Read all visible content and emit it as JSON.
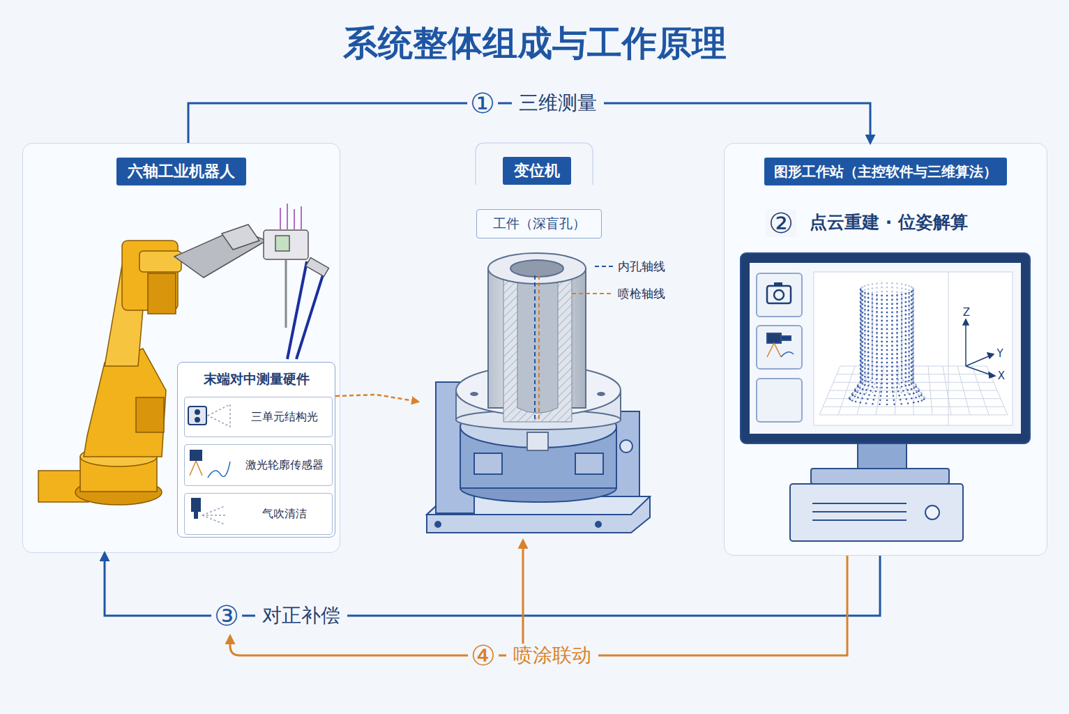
{
  "diagram": {
    "title": "系统整体组成与工作原理",
    "nodes": [
      {
        "text": [
          "六轴工业机器人"
        ]
      },
      {
        "text": [
          "末端对中测量硬件"
        ],
        "in": 0
      },
      {
        "text": [
          "三单元结构光"
        ],
        "in": 1
      },
      {
        "text": [
          "激光轮廓传感器"
        ],
        "in": 1
      },
      {
        "text": [
          "气吹清洁"
        ],
        "in": 1
      },
      {
        "text": [
          "变位机"
        ]
      },
      {
        "text": [
          "工件（深盲孔）"
        ],
        "in": 5
      },
      {
        "text": [
          "图形工作站（主控软件与三维算法）",
          "点云重建 · 位姿解算"
        ]
      }
    ],
    "edges": [
      {
        "from": 0,
        "to": 7,
        "arrow": "to",
        "label": "三维测量"
      },
      {
        "from": 7,
        "to": 0,
        "arrow": "to",
        "label": "对正补偿"
      },
      {
        "from": 7,
        "to": 5,
        "arrow": "to",
        "label": "喷涂联动"
      },
      {
        "from": 1,
        "to": 5,
        "arrow": "to"
      }
    ],
    "labels": [
      "①",
      "②",
      "内孔轴线",
      "喷枪轴线",
      "Z",
      "Y",
      "X",
      "③",
      "④"
    ]
  }
}
